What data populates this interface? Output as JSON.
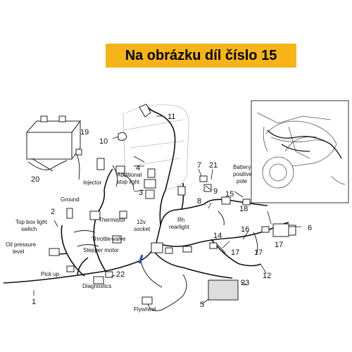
{
  "banner": {
    "text": "Na obrázku díl číslo 15",
    "color": "#f6b418"
  },
  "parts": {
    "n1": "1",
    "n2": "2",
    "n3": "3",
    "n4": "4",
    "n5": "5",
    "n6": "6",
    "n7": "7",
    "n8": "8",
    "n9": "9",
    "n10": "10",
    "n11": "11",
    "n12": "12",
    "n14": "14",
    "n15": "15",
    "n16": "16",
    "n17a": "17",
    "n17b": "17",
    "n17c": "17",
    "n18": "18",
    "n19": "19",
    "n20": "20",
    "n21": "21",
    "n22": "22",
    "n23": "23"
  },
  "labels": {
    "injector": "Injector",
    "ground": "Ground",
    "top_box_1": "Top box light",
    "top_box_2": "switch",
    "oil_1": "Oil pressure",
    "oil_2": "level",
    "thermistor": "Thermistor",
    "throttle": "Throttle-valve",
    "stepper": "Stepper motor",
    "pickup": "Pick up",
    "diagnostics": "Diagnostics",
    "add_stop_1": "Additional",
    "add_stop_2": "stop light",
    "socket_1": "12v",
    "socket_2": "socket",
    "rh_1": "Rh",
    "rh_2": "rearlight",
    "battery_1": "Battery",
    "battery_2": "positive",
    "battery_3": "pole",
    "flywheel": "Flywheel"
  }
}
